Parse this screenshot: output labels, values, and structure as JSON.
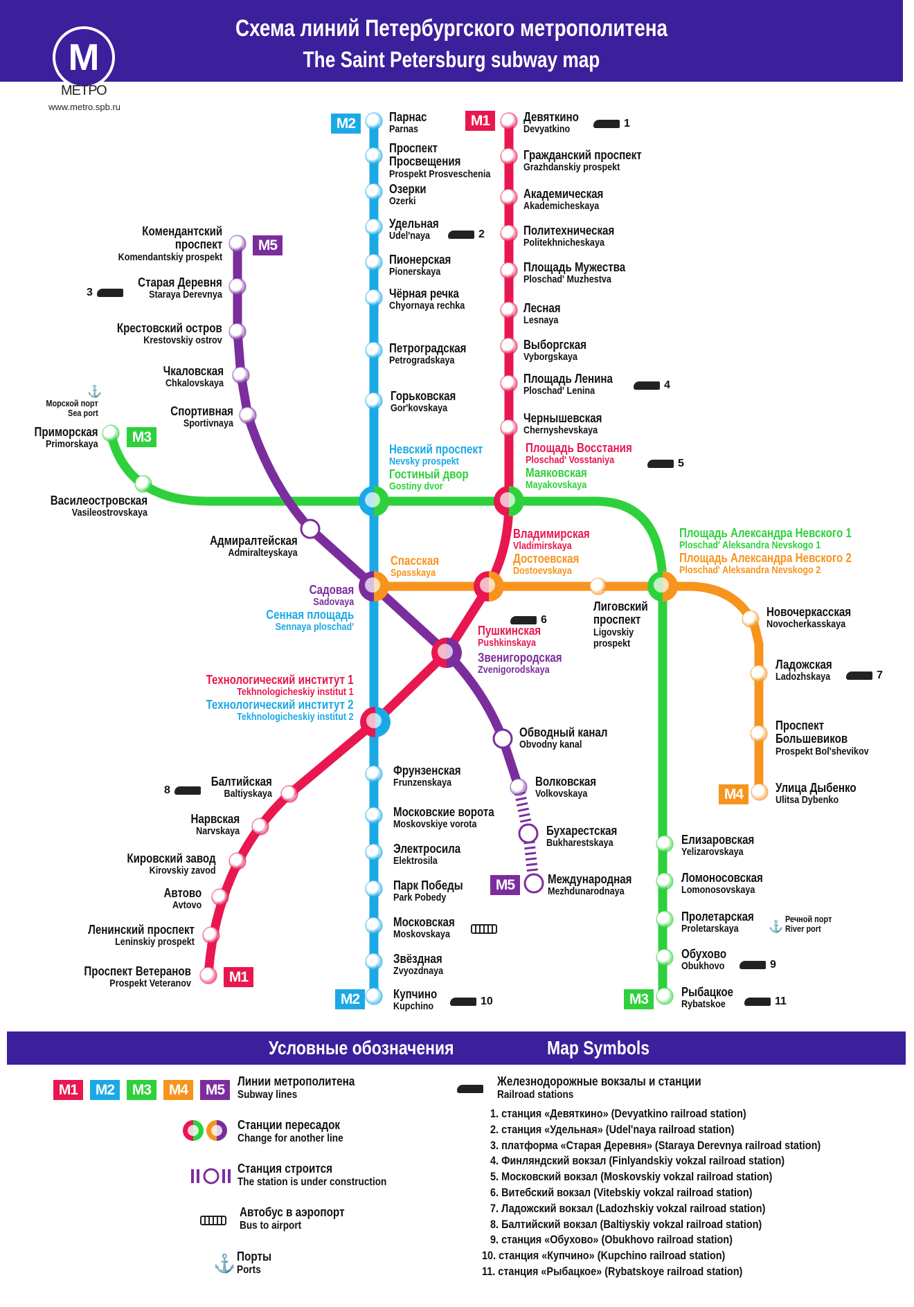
{
  "header": {
    "title_ru": "Схема линий Петербургского метрополитена",
    "title_en": "The Saint Petersburg subway map",
    "logo_word": "МЕТРО",
    "site": "www.metro.spb.ru"
  },
  "colors": {
    "band": "#3b1f9b",
    "line1": "#e8174f",
    "line2": "#1ba9e6",
    "line3": "#2ed13c",
    "line4": "#f7941d",
    "line5": "#7b2d9d"
  },
  "line_badges": [
    "1",
    "2",
    "3",
    "4",
    "5"
  ],
  "stations": {
    "parnas": {
      "ru": "Парнас",
      "en": "Parnas"
    },
    "prosveshcheniya": {
      "ru": "Проспект\nПросвещения",
      "en": "Prospekt Prosveschenia"
    },
    "ozerki": {
      "ru": "Озерки",
      "en": "Ozerki"
    },
    "udelnaya": {
      "ru": "Удельная",
      "en": "Udel'naya"
    },
    "pionerskaya": {
      "ru": "Пионерская",
      "en": "Pionerskaya"
    },
    "chernaya": {
      "ru": "Чёрная речка",
      "en": "Chyornaya rechka"
    },
    "petrogradskaya": {
      "ru": "Петроградская",
      "en": "Petrogradskaya"
    },
    "gorkovskaya": {
      "ru": "Горьковская",
      "en": "Gor'kovskaya"
    },
    "nevsky": {
      "ru": "Невский проспект",
      "en": "Nevsky prospekt"
    },
    "gostiny": {
      "ru": "Гостиный двор",
      "en": "Gostiny dvor"
    },
    "spasskaya": {
      "ru": "Спасская",
      "en": "Spasskaya"
    },
    "sadovaya": {
      "ru": "Садовая",
      "en": "Sadovaya"
    },
    "sennaya": {
      "ru": "Сенная площадь",
      "en": "Sennaya ploschad'"
    },
    "tekhno1": {
      "ru": "Технологический институт 1",
      "en": "Tekhnologicheskiy institut 1"
    },
    "tekhno2": {
      "ru": "Технологический институт 2",
      "en": "Tekhnologicheskiy institut 2"
    },
    "frunzenskaya": {
      "ru": "Фрунзенская",
      "en": "Frunzenskaya"
    },
    "mosvorota": {
      "ru": "Московские ворота",
      "en": "Moskovskiye vorota"
    },
    "elektrosila": {
      "ru": "Электросила",
      "en": "Elektrosila"
    },
    "parkpobedy": {
      "ru": "Парк Победы",
      "en": "Park Pobedy"
    },
    "moskovskaya": {
      "ru": "Московская",
      "en": "Moskovskaya"
    },
    "zvezdnaya": {
      "ru": "Звёздная",
      "en": "Zvyozdnaya"
    },
    "kupchino": {
      "ru": "Купчино",
      "en": "Kupchino"
    },
    "devyatkino": {
      "ru": "Девяткино",
      "en": "Devyatkino"
    },
    "grazhdansky": {
      "ru": "Гражданский проспект",
      "en": "Grazhdanskiy prospekt"
    },
    "akademicheskaya": {
      "ru": "Академическая",
      "en": "Akademicheskaya"
    },
    "polytech": {
      "ru": "Политехническая",
      "en": "Politekhnicheskaya"
    },
    "muzhestva": {
      "ru": "Площадь Мужества",
      "en": "Ploschad' Muzhestva"
    },
    "lesnaya": {
      "ru": "Лесная",
      "en": "Lesnaya"
    },
    "vyborgskaya": {
      "ru": "Выборгская",
      "en": "Vyborgskaya"
    },
    "lenina": {
      "ru": "Площадь Ленина",
      "en": "Ploschad' Lenina"
    },
    "chernyshevskaya": {
      "ru": "Чернышевская",
      "en": "Chernyshevskaya"
    },
    "vosstaniya": {
      "ru": "Площадь Восстания",
      "en": "Ploschad' Vosstaniya"
    },
    "mayakovskaya": {
      "ru": "Маяковская",
      "en": "Mayakovskaya"
    },
    "vladimirskaya": {
      "ru": "Владимирская",
      "en": "Vladimirskaya"
    },
    "dostoevskaya": {
      "ru": "Достоевская",
      "en": "Dostoevskaya"
    },
    "pushkinskaya": {
      "ru": "Пушкинская",
      "en": "Pushkinskaya"
    },
    "zvenigorodskaya": {
      "ru": "Звенигородская",
      "en": "Zvenigorodskaya"
    },
    "baltiyskaya": {
      "ru": "Балтийская",
      "en": "Baltiyskaya"
    },
    "narvskaya": {
      "ru": "Нарвская",
      "en": "Narvskaya"
    },
    "kirovsky": {
      "ru": "Кировский завод",
      "en": "Kirovskiy zavod"
    },
    "avtovo": {
      "ru": "Автово",
      "en": "Avtovo"
    },
    "leninsky": {
      "ru": "Ленинский проспект",
      "en": "Leninskiy prospekt"
    },
    "veteranov": {
      "ru": "Проспект Ветеранов",
      "en": "Prospekt Veteranov"
    },
    "primorskaya": {
      "ru": "Приморская",
      "en": "Primorskaya"
    },
    "vasileostrovskaya": {
      "ru": "Василеостровская",
      "en": "Vasileostrovskaya"
    },
    "nevskogo1": {
      "ru": "Площадь Александра Невского 1",
      "en": "Ploschad' Aleksandra Nevskogo 1"
    },
    "nevskogo2": {
      "ru": "Площадь Александра Невского 2",
      "en": "Ploschad' Aleksandra Nevskogo 2"
    },
    "ligovsky": {
      "ru": "Лиговский\nпроспект",
      "en": "Ligovskiy\nprospekt"
    },
    "elizarovskaya": {
      "ru": "Елизаровская",
      "en": "Yelizarovskaya"
    },
    "lomonosovskaya": {
      "ru": "Ломоносовская",
      "en": "Lomonosovskaya"
    },
    "proletarskaya": {
      "ru": "Пролетарская",
      "en": "Proletarskaya"
    },
    "obukhovo": {
      "ru": "Обухово",
      "en": "Obukhovo"
    },
    "rybatskoe": {
      "ru": "Рыбацкое",
      "en": "Rybatskoe"
    },
    "novocherkasskaya": {
      "ru": "Новочеркасская",
      "en": "Novocherkasskaya"
    },
    "ladozhskaya": {
      "ru": "Ладожская",
      "en": "Ladozhskaya"
    },
    "bolshevikov": {
      "ru": "Проспект\nБольшевиков",
      "en": "Prospekt Bol'shevikov"
    },
    "dybenko": {
      "ru": "Улица Дыбенко",
      "en": "Ulitsa Dybenko"
    },
    "komendantsky": {
      "ru": "Комендантский\nпроспект",
      "en": "Komendantskiy prospekt"
    },
    "staraya": {
      "ru": "Старая Деревня",
      "en": "Staraya Derevnya"
    },
    "krestovsky": {
      "ru": "Крестовский остров",
      "en": "Krestovskiy ostrov"
    },
    "chkalovskaya": {
      "ru": "Чкаловская",
      "en": "Chkalovskaya"
    },
    "sportivnaya": {
      "ru": "Спортивная",
      "en": "Sportivnaya"
    },
    "admiralteyskaya": {
      "ru": "Адмиралтейская",
      "en": "Admiralteyskaya"
    },
    "obvodny": {
      "ru": "Обводный канал",
      "en": "Obvodny kanal"
    },
    "volkovskaya": {
      "ru": "Волковская",
      "en": "Volkovskaya"
    },
    "bukharestskaya": {
      "ru": "Бухарестская",
      "en": "Bukharestskaya"
    },
    "mezhdunarodnaya": {
      "ru": "Международная",
      "en": "Mezhdunarodnaya"
    }
  },
  "ports": {
    "sea": {
      "ru": "Морской порт",
      "en": "Sea port"
    },
    "river": {
      "ru": "Речной порт",
      "en": "River port"
    }
  },
  "railroad_markers": [
    "1",
    "2",
    "3",
    "4",
    "5",
    "6",
    "7",
    "8",
    "9",
    "10",
    "11"
  ],
  "legend": {
    "title_ru": "Условные обозначения",
    "title_en": "Map Symbols",
    "lines": {
      "ru": "Линии метрополитена",
      "en": "Subway lines"
    },
    "transfer": {
      "ru": "Станции пересадок",
      "en": "Change for another line"
    },
    "construction": {
      "ru": "Станция строится",
      "en": "The station is under construction"
    },
    "bus": {
      "ru": "Автобус в аэропорт",
      "en": "Bus to airport"
    },
    "ports": {
      "ru": "Порты",
      "en": "Ports"
    },
    "rail": {
      "ru": "Железнодорожные вокзалы и станции",
      "en": "Railroad stations"
    },
    "rail_list": [
      "1. станция «Девяткино» (Devyatkino railroad station)",
      "2. станция «Удельная» (Udel'naya railroad station)",
      "3. платформа «Старая Деревня» (Staraya Derevnya railroad station)",
      "4. Финляндский вокзал (Finlyandskiy vokzal railroad station)",
      "5. Московский вокзал (Moskovskiy vokzal railroad station)",
      "6. Витебский вокзал (Vitebskiy vokzal railroad station)",
      "7. Ладожский вокзал (Ladozhskiy vokzal railroad station)",
      "8. Балтийский вокзал (Baltiyskiy vokzal railroad station)",
      "9. станция «Обухово» (Obukhovo railroad station)",
      "10. станция «Купчино» (Kupchino railroad station)",
      "11. станция «Рыбацкое» (Rybatskoye railroad station)"
    ]
  }
}
